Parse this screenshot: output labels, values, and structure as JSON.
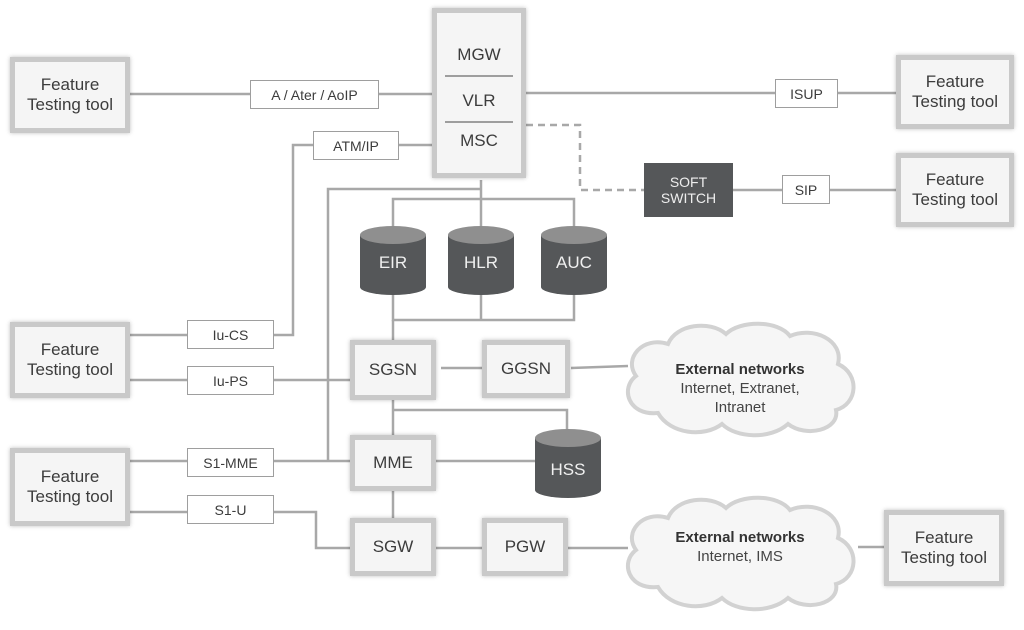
{
  "diagram": {
    "core": {
      "msc_stack": [
        "MGW",
        "VLR",
        "MSC"
      ],
      "soft_switch": [
        "SOFT",
        "SWITCH"
      ],
      "databases": [
        "EIR",
        "HLR",
        "AUC",
        "HSS"
      ],
      "elements": [
        "SGSN",
        "GGSN",
        "MME",
        "SGW",
        "PGW"
      ]
    },
    "tools": [
      {
        "line1": "Feature",
        "line2": "Testing tool"
      },
      {
        "line1": "Feature",
        "line2": "Testing tool"
      },
      {
        "line1": "Feature",
        "line2": "Testing tool"
      },
      {
        "line1": "Feature",
        "line2": "Testing tool"
      },
      {
        "line1": "Feature",
        "line2": "Testing tool"
      },
      {
        "line1": "Feature",
        "line2": "Testing tool"
      }
    ],
    "interfaces": [
      "A / Ater / AoIP",
      "ATM/IP",
      "ISUP",
      "SIP",
      "Iu-CS",
      "Iu-PS",
      "S1-MME",
      "S1-U"
    ],
    "clouds": [
      {
        "title": "External networks",
        "line1": "Internet, Extranet,",
        "line2": "Intranet"
      },
      {
        "title": "External networks",
        "line1": "Internet, IMS",
        "line2": ""
      }
    ],
    "colors": {
      "line": "#a8a8a8",
      "db_fill": "#555759",
      "db_top": "#8f8f8f",
      "box_border": "#c9c9c9",
      "box_fill": "#f5f5f5"
    }
  }
}
